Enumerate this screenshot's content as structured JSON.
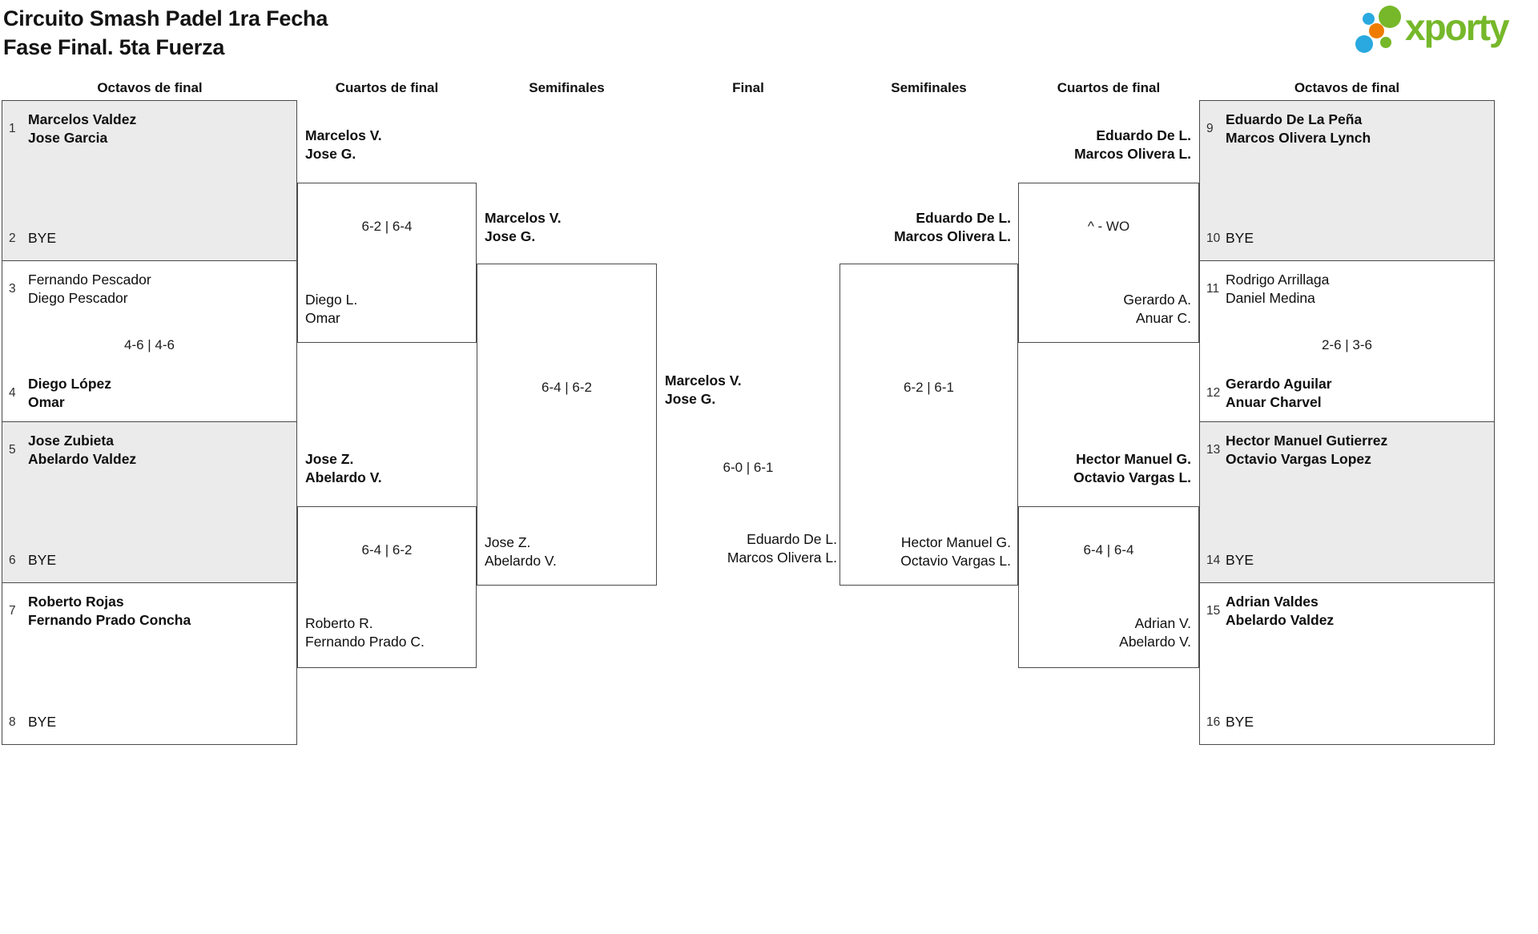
{
  "title": {
    "line1": "Circuito Smash Padel 1ra Fecha",
    "line2": "Fase Final. 5ta Fuerza"
  },
  "logo": {
    "text": "xporty"
  },
  "round_headers": [
    "Octavos de final",
    "Cuartos de final",
    "Semifinales",
    "Final",
    "Semifinales",
    "Cuartos de final",
    "Octavos de final"
  ],
  "matches": {
    "lo1": {
      "seed_top": "1",
      "top1": "Marcelos Valdez",
      "top2": "Jose Garcia",
      "seed_bottom": "2",
      "bottom_bye": "BYE"
    },
    "lo2": {
      "seed_top": "3",
      "top1": "Fernando Pescador",
      "top2": "Diego Pescador",
      "score": "4-6 | 4-6",
      "seed_bottom": "4",
      "bottom1": "Diego López",
      "bottom2": "Omar"
    },
    "lo3": {
      "seed_top": "5",
      "top1": "Jose Zubieta",
      "top2": "Abelardo Valdez",
      "seed_bottom": "6",
      "bottom_bye": "BYE"
    },
    "lo4": {
      "seed_top": "7",
      "top1": "Roberto Rojas",
      "top2": "Fernando Prado Concha",
      "seed_bottom": "8",
      "bottom_bye": "BYE"
    },
    "lq1": {
      "top1": "Marcelos V.",
      "top2": "Jose G.",
      "score": "6-2 | 6-4",
      "bottom1": "Diego L.",
      "bottom2": "Omar"
    },
    "lq2": {
      "top1": "Jose Z.",
      "top2": "Abelardo V.",
      "score": "6-4 | 6-2",
      "bottom1": "Roberto R.",
      "bottom2": "Fernando Prado C."
    },
    "ls": {
      "top1": "Marcelos V.",
      "top2": "Jose G.",
      "score": "6-4 | 6-2",
      "bottom1": "Jose Z.",
      "bottom2": "Abelardo V."
    },
    "fin": {
      "top1": "Marcelos V.",
      "top2": "Jose G.",
      "score": "6-0 | 6-1",
      "bottom1": "Eduardo De L.",
      "bottom2": "Marcos Olivera L."
    },
    "rs": {
      "top1": "Eduardo De L.",
      "top2": "Marcos Olivera L.",
      "score": "6-2 | 6-1",
      "bottom1": "Hector Manuel G.",
      "bottom2": "Octavio Vargas L."
    },
    "rq1": {
      "top1": "Eduardo De L.",
      "top2": "Marcos Olivera L.",
      "score": "^ - WO",
      "bottom1": "Gerardo A.",
      "bottom2": "Anuar C."
    },
    "rq2": {
      "top1": "Hector Manuel G.",
      "top2": "Octavio Vargas L.",
      "score": "6-4 | 6-4",
      "bottom1": "Adrian V.",
      "bottom2": "Abelardo V."
    },
    "ro1": {
      "seed_top": "9",
      "top1": "Eduardo De La Peña",
      "top2": "Marcos Olivera Lynch",
      "seed_bottom": "10",
      "bottom_bye": "BYE"
    },
    "ro2": {
      "seed_top": "11",
      "top1": "Rodrigo Arrillaga",
      "top2": "Daniel Medina",
      "score": "2-6 | 3-6",
      "seed_bottom": "12",
      "bottom1": "Gerardo Aguilar",
      "bottom2": "Anuar Charvel"
    },
    "ro3": {
      "seed_top": "13",
      "top1": "Hector Manuel Gutierrez",
      "top2": "Octavio Vargas Lopez",
      "seed_bottom": "14",
      "bottom_bye": "BYE"
    },
    "ro4": {
      "seed_top": "15",
      "top1": "Adrian Valdes",
      "top2": "Abelardo Valdez",
      "seed_bottom": "16",
      "bottom_bye": "BYE"
    }
  },
  "colors": {
    "box_gray": "#ebebeb",
    "border": "#4a4a4a",
    "text": "#111111",
    "logo_green": "#76b82a",
    "logo_blue": "#29a9e0",
    "logo_orange": "#ef7c00"
  }
}
